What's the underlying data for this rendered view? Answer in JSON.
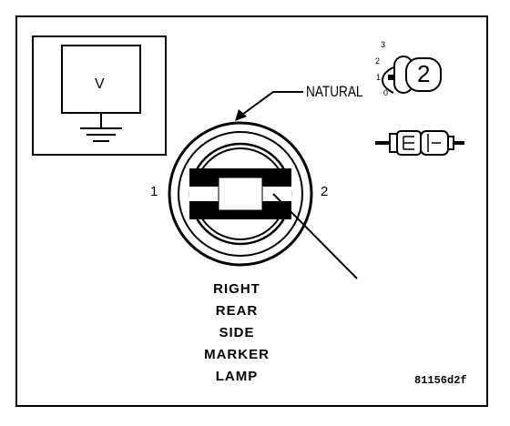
{
  "diagram": {
    "meter_label": "V",
    "connector_color_label": "NATURAL",
    "pin_1_label": "1",
    "pin_2_label": "2",
    "component_name_lines": [
      "RIGHT",
      "REAR",
      "SIDE",
      "MARKER",
      "LAMP"
    ],
    "figure_id": "81156d2f",
    "connector_inset": {
      "view_number": "2",
      "scale_marks": [
        "3",
        "2",
        "1",
        "0"
      ]
    }
  }
}
